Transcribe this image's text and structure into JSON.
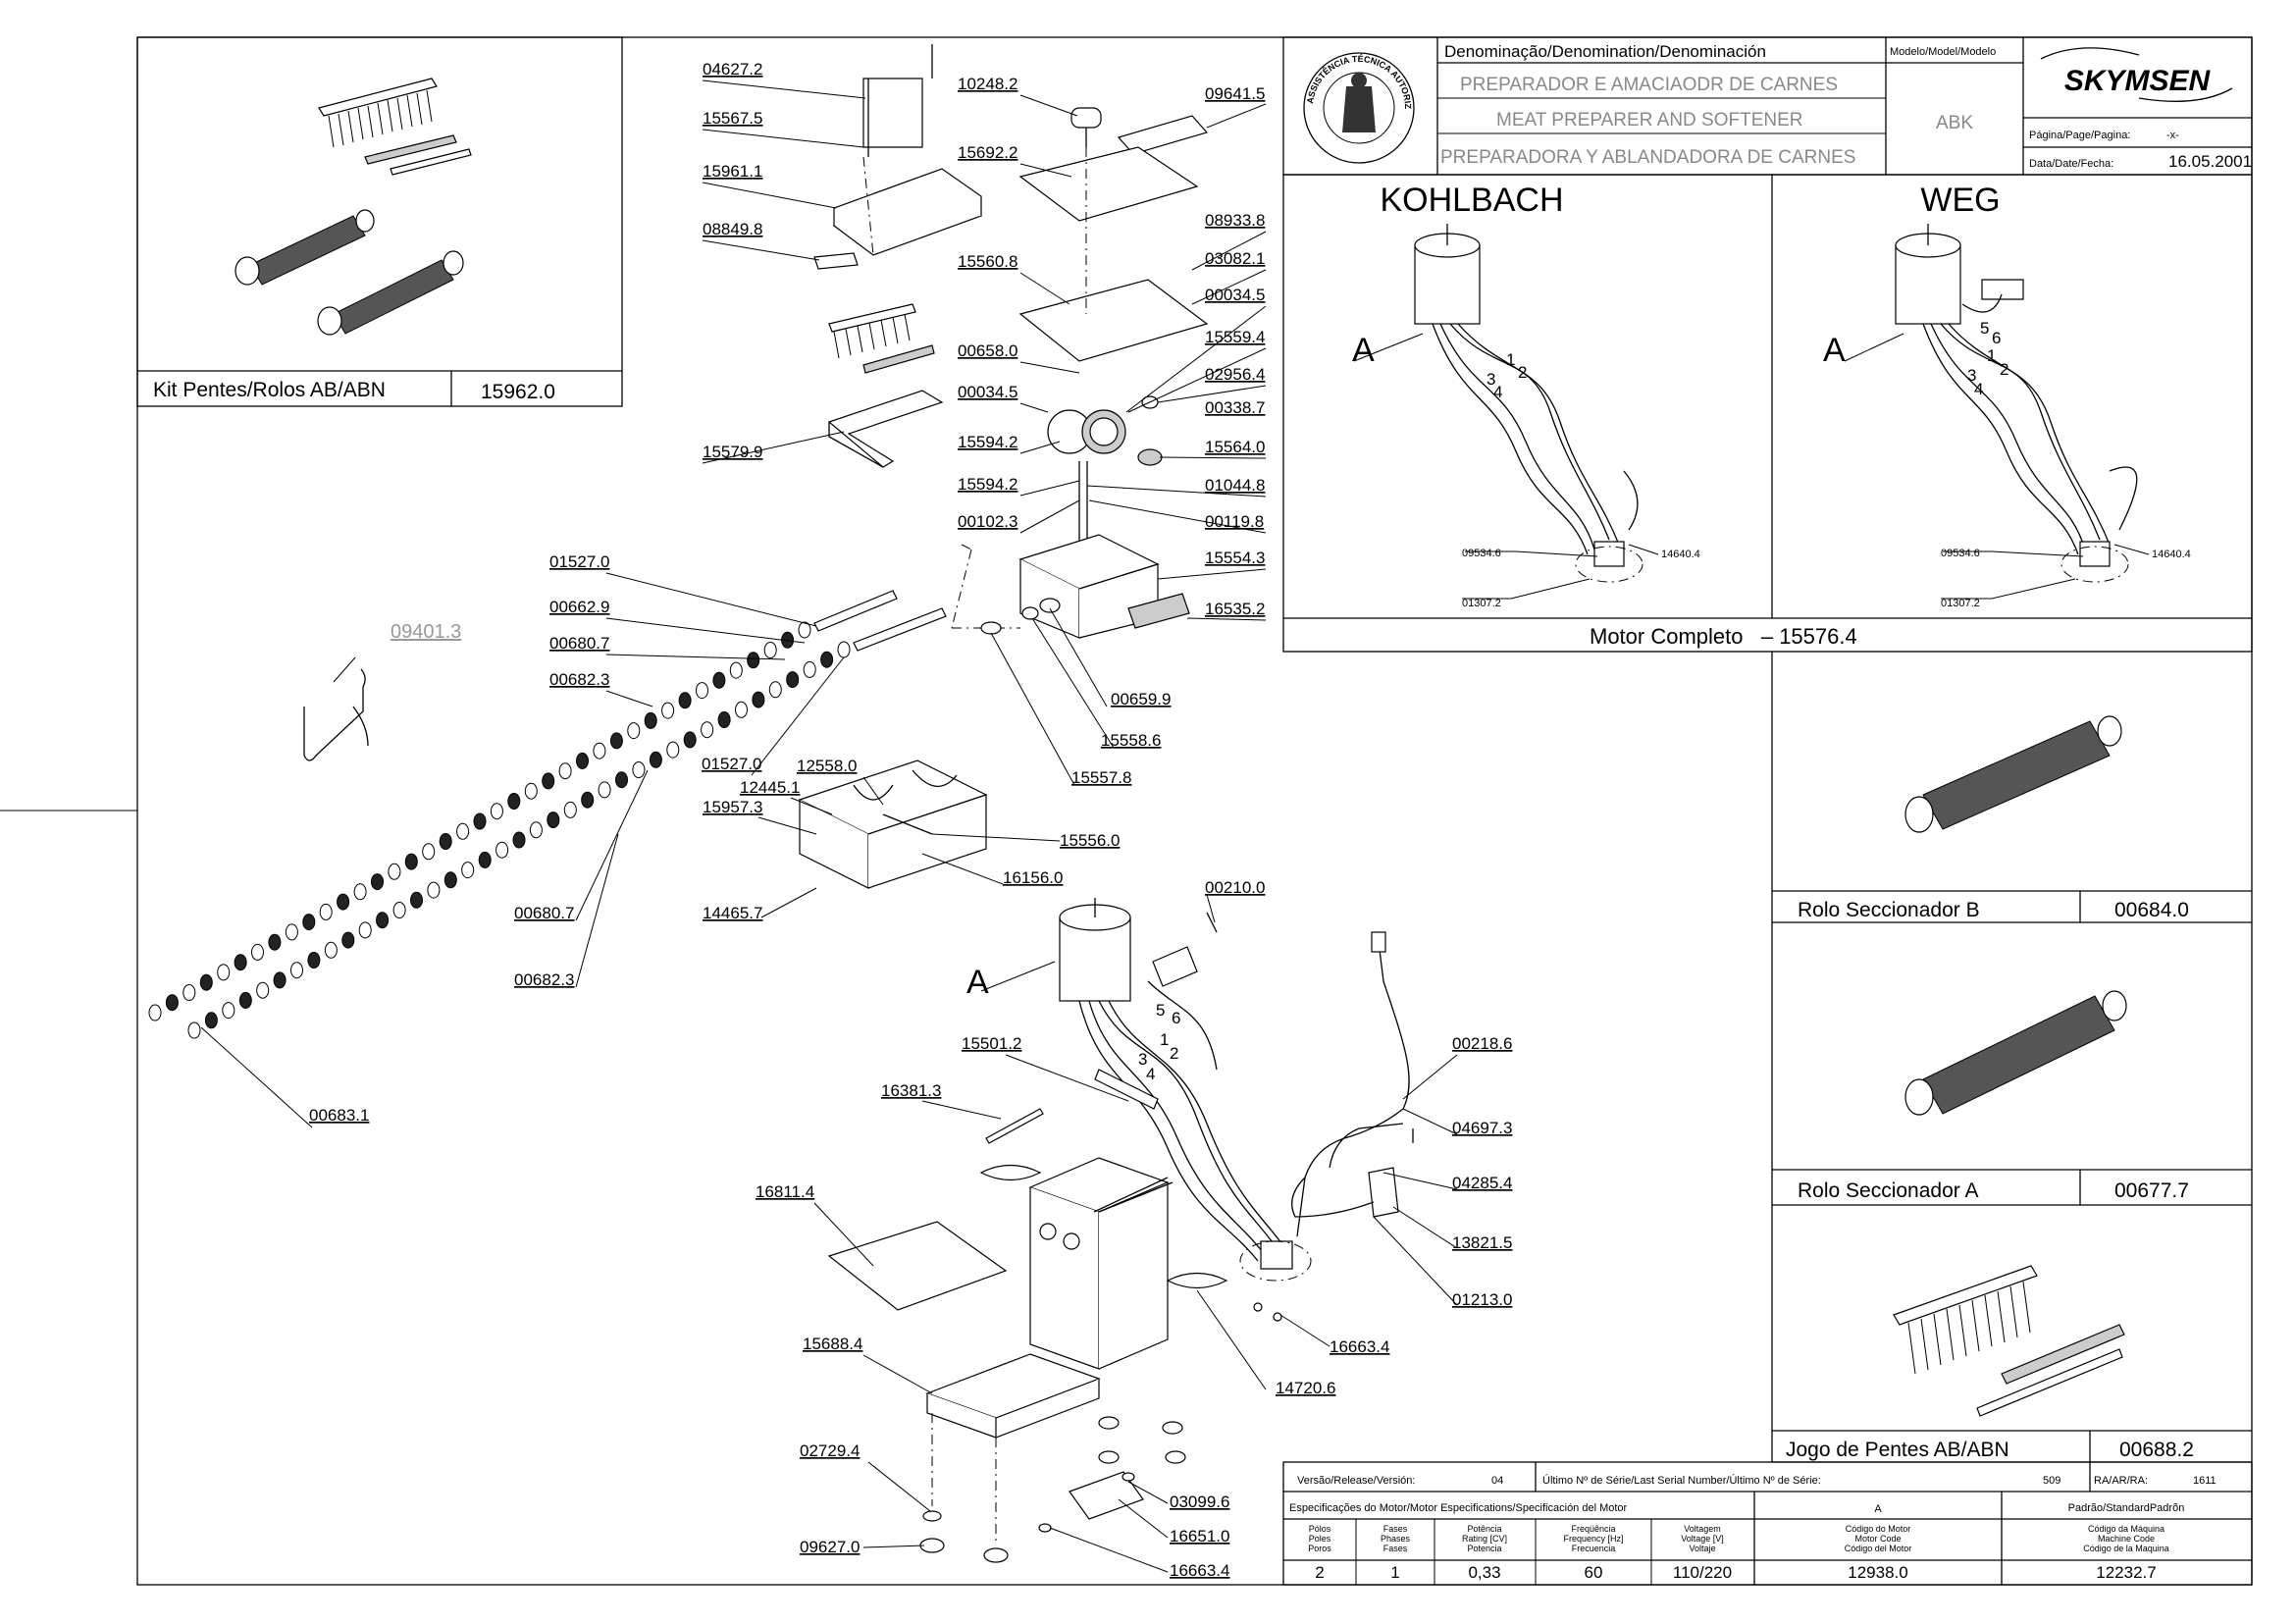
{
  "title_block": {
    "denomination_header": "Denominação/Denomination/Denominación",
    "name_pt": "PREPARADOR E AMACIAODR DE CARNES",
    "name_en": "MEAT PREPARER AND SOFTENER",
    "name_es": "PREPARADORA Y ABLANDADORA DE CARNES",
    "model_header": "Modelo/Model/Modelo",
    "model": "ABK",
    "brand": "SKYMSEN",
    "page_label": "Página/Page/Pagina:",
    "page_value": "-x-",
    "date_label": "Data/Date/Fecha:",
    "date_value": "16.05.2001",
    "seal_text": "ASSISTÊNCIA TÉCNICA AUTORIZADA"
  },
  "motor_panel": {
    "kohlbach_title": "KOHLBACH",
    "weg_title": "WEG",
    "a_label": "A",
    "wire_numbers_kohlbach": [
      "1",
      "2",
      "3",
      "4"
    ],
    "wire_numbers_weg": [
      "5",
      "6",
      "1",
      "2",
      "3",
      "4"
    ],
    "kohlbach_parts": [
      "09534.6",
      "14640.4",
      "01307.2"
    ],
    "weg_parts": [
      "09534.6",
      "14640.4",
      "01307.2"
    ],
    "caption": "Motor Completo   – 15576.4"
  },
  "kit_box": {
    "label": "Kit Pentes/Rolos AB/ABN",
    "code": "15962.0"
  },
  "side_boxes": [
    {
      "label": "Rolo Seccionador B",
      "code": "00684.0"
    },
    {
      "label": "Rolo Seccionador A",
      "code": "00677.7"
    },
    {
      "label": "Jogo de Pentes AB/ABN",
      "code": "00688.2"
    }
  ],
  "release_row": {
    "version_label": "Versão/Release/Versión:",
    "version_value": "04",
    "serial_label": "Último Nº de Série/Last Serial Number/Último Nº de Série:",
    "serial_value": "509",
    "ra_label": "RA/AR/RA:",
    "ra_value": "1611"
  },
  "spec_table": {
    "spec_header": "Especificações do Motor/Motor Especifications/Specificación del Motor",
    "col_a": "A",
    "col_standard": "Padrão/StandardPadrõn",
    "headers": [
      [
        "Pólos",
        "Poles",
        "Poros"
      ],
      [
        "Fases",
        "Phases",
        "Fases"
      ],
      [
        "Potência",
        "Rating [CV]",
        "Potencia"
      ],
      [
        "Freqüência",
        "Frequency [Hz]",
        "Frecuencia"
      ],
      [
        "Voltagem",
        "Voltage [V]",
        "Voltaje"
      ],
      [
        "Código do Motor",
        "Motor Code",
        "Código del Motor"
      ],
      [
        "Código da Máquina",
        "Machine Code",
        "Código de la Maquina"
      ]
    ],
    "values": [
      "2",
      "1",
      "0,33",
      "60",
      "110/220",
      "12938.0",
      "12232.7"
    ]
  },
  "callouts": {
    "c04627_2": "04627.2",
    "c15567_5": "15567.5",
    "c15961_1": "15961.1",
    "c08849_8": "08849.8",
    "c15579_9": "15579.9",
    "c10248_2": "10248.2",
    "c09641_5": "09641.5",
    "c15692_2": "15692.2",
    "c08933_8": "08933.8",
    "c15560_8": "15560.8",
    "c03082_1": "03082.1",
    "c00034_5a": "00034.5",
    "c15559_4": "15559.4",
    "c00658_0": "00658.0",
    "c02956_4": "02956.4",
    "c00034_5b": "00034.5",
    "c00338_7": "00338.7",
    "c15594_2a": "15594.2",
    "c15564_0": "15564.0",
    "c15594_2b": "15594.2",
    "c01044_8": "01044.8",
    "c00102_3": "00102.3",
    "c00119_8": "00119.8",
    "c15554_3": "15554.3",
    "c16535_2": "16535.2",
    "c01527_0a": "01527.0",
    "c00662_9": "00662.9",
    "c00680_7a": "00680.7",
    "c00682_3a": "00682.3",
    "c09401_3": "09401.3",
    "c00659_9": "00659.9",
    "c15558_6": "15558.6",
    "c15557_8": "15557.8",
    "c01527_0b": "01527.0",
    "c12558_0": "12558.0",
    "c12445_1": "12445.1",
    "c15957_3": "15957.3",
    "c15556_0": "15556.0",
    "c16156_0": "16156.0",
    "c14465_7": "14465.7",
    "c00680_7b": "00680.7",
    "c00682_3b": "00682.3",
    "c00683_1": "00683.1",
    "c00210_0": "00210.0",
    "c15501_2": "15501.2",
    "c16381_3": "16381.3",
    "c00218_6": "00218.6",
    "c04697_3": "04697.3",
    "c04285_4": "04285.4",
    "c13821_5": "13821.5",
    "c01213_0": "01213.0",
    "c16663_4a": "16663.4",
    "c16811_4": "16811.4",
    "c14720_6": "14720.6",
    "c15688_4": "15688.4",
    "c02729_4": "02729.4",
    "c03099_6": "03099.6",
    "c16651_0": "16651.0",
    "c09627_0": "09627.0",
    "c16663_4b": "16663.4",
    "main_a": "A",
    "motor_wires": [
      "5",
      "6",
      "1",
      "2",
      "3",
      "4"
    ]
  }
}
